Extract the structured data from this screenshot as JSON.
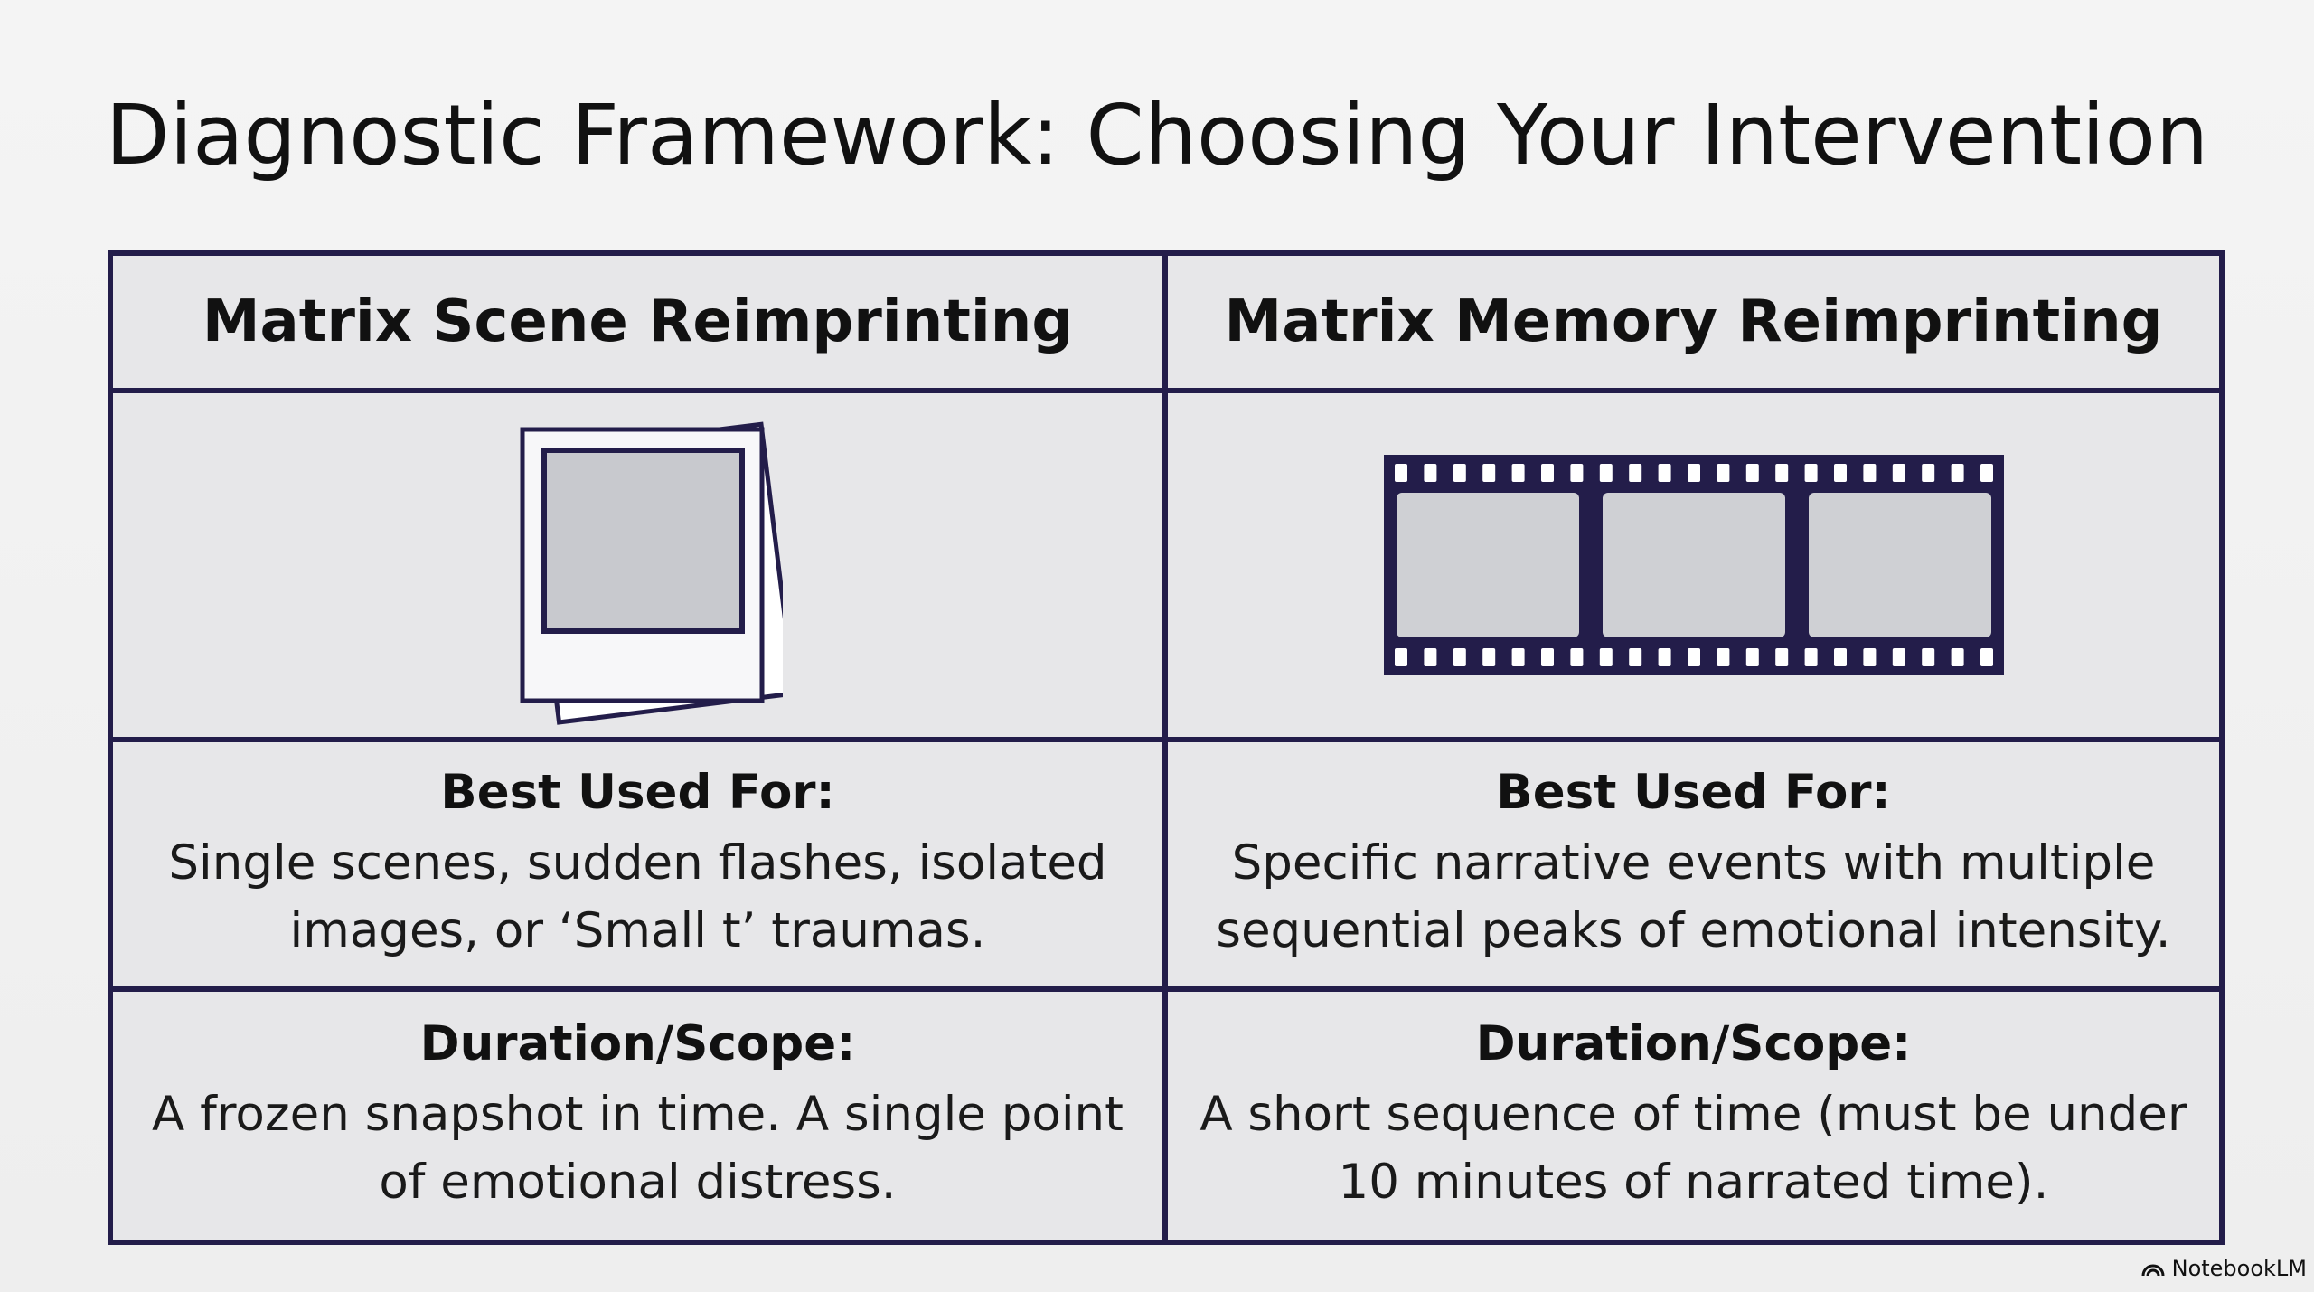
{
  "title": "Diagnostic Framework: Choosing Your Intervention",
  "columns": [
    {
      "heading": "Matrix Scene Reimprinting",
      "icon": "photo-stack-icon",
      "best_used_label": "Best Used For:",
      "best_used_lines": [
        "Single scenes, sudden flashes, isolated",
        "images, or ‘Small t’ traumas."
      ],
      "duration_label": "Duration/Scope:",
      "duration_lines": [
        "A frozen snapshot in time. A single point",
        "of emotional distress."
      ]
    },
    {
      "heading": "Matrix Memory Reimprinting",
      "icon": "film-strip-icon",
      "best_used_label": "Best Used For:",
      "best_used_lines": [
        "Specific narrative events with multiple",
        "sequential peaks of emotional intensity."
      ],
      "duration_label": "Duration/Scope:",
      "duration_lines": [
        "A short sequence of time (must be under",
        "10 minutes of narrated time)."
      ]
    }
  ],
  "brand": "NotebookLM",
  "colors": {
    "border": "#231d4a",
    "cell_bg": "#e7e7e9"
  }
}
